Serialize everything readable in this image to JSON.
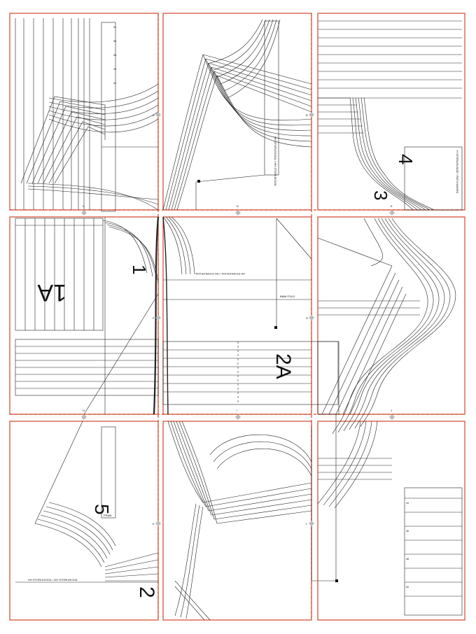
{
  "sheet": {
    "piece_numbers": {
      "p1": "1",
      "p1a": "1A",
      "p2a": "2A",
      "p3": "3",
      "p4": "4",
      "p5": "5",
      "p2": "2"
    },
    "small_labels": {
      "storlek": "HH STORLEK/XXL / HH STORLEK/XXL",
      "fold": "BMM FOLD",
      "h_label": "H STORLEK/SIZE / PATCHWORK",
      "fold_lbl": "FOLD",
      "front": "FRAM"
    },
    "tick_numbers": [
      "34",
      "36",
      "38",
      "40",
      "42",
      "44",
      "46",
      "48",
      "50"
    ],
    "align_marks": [
      "A",
      "B",
      "C",
      "D",
      "E",
      "F",
      "G",
      "H",
      "I",
      "J",
      "K",
      "L"
    ]
  },
  "colors": {
    "line": "#222222",
    "tile_border": "#d2452a",
    "background": "#ffffff"
  }
}
